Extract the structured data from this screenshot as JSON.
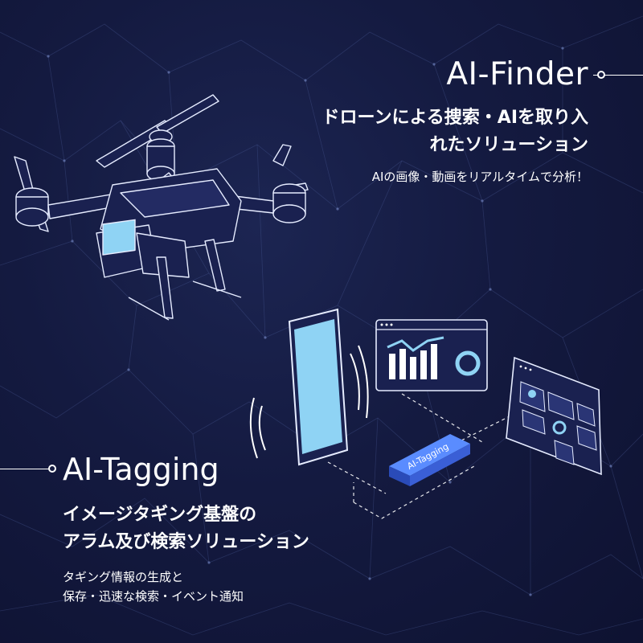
{
  "finder": {
    "title": "AI-Finder",
    "subtitle_lines": [
      "ドローンによる捜索・AIを取り入",
      "れたソリューション"
    ],
    "description": "AIの画像・動画をリアルタイムで分析！"
  },
  "tagging": {
    "title": "AI-Tagging",
    "subtitle_lines": [
      "イメージタギング基盤の",
      "アラム及び検索ソリューション"
    ],
    "description_lines": [
      "タギング情報の生成と",
      "保存・迅速な検索・イベント通知"
    ],
    "chip_label": "AI-Tagging"
  },
  "colors": {
    "background": "#141a40",
    "text": "#ffffff",
    "accent": "#8fd3f4"
  }
}
